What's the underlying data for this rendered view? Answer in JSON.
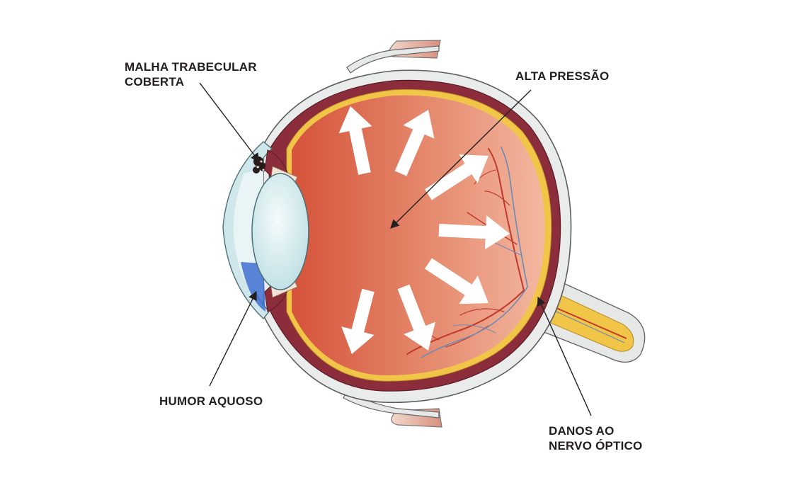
{
  "labels": {
    "trabecular_line1": "MALHA TRABECULAR",
    "trabecular_line2": "COBERTA",
    "high_pressure": "ALTA PRESSÃO",
    "aqueous": "HUMOR AQUOSO",
    "optic_line1": "DANOS AO",
    "optic_line2": "NERVO ÓPTICO"
  },
  "colors": {
    "sclera": "#e9eceb",
    "choroid": "#8b2d3a",
    "retina": "#f1c548",
    "vitreous_dark": "#d55a3e",
    "vitreous_light": "#f0b199",
    "lens": "#d9eef0",
    "cornea": "#cfe6ea",
    "aqueous_humor": "#3f6fd1",
    "muscle": "#e7b5a2",
    "arrows": "#ffffff",
    "label_text": "#231f20"
  }
}
